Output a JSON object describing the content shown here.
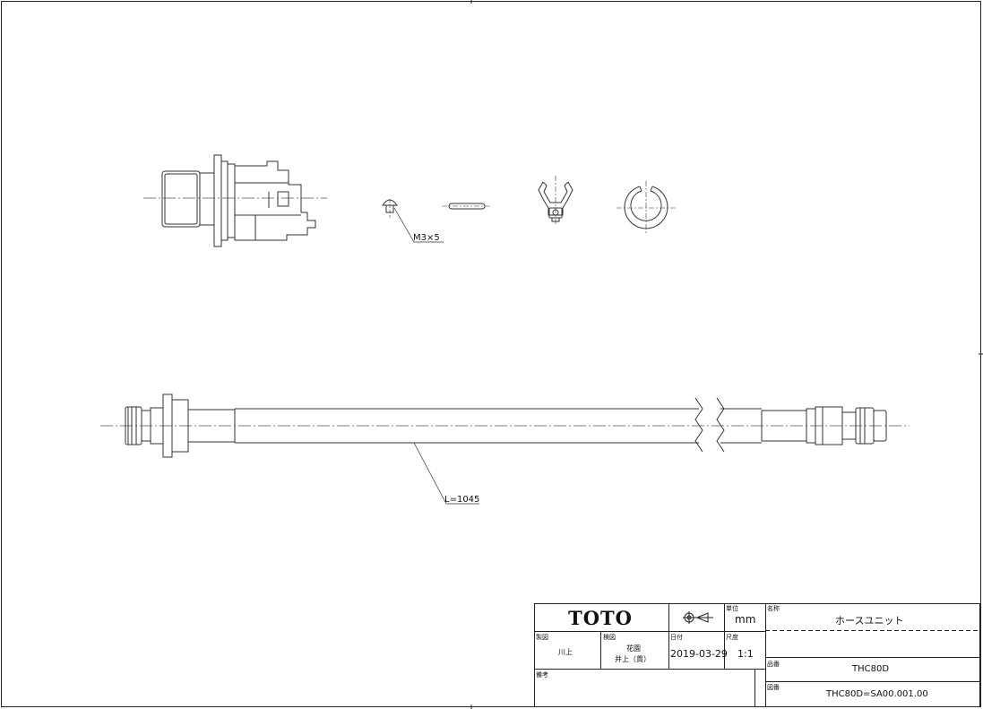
{
  "drawing": {
    "parts": {
      "screw_label": "M3×5",
      "hose_length_label": "L=1045"
    }
  },
  "title_block": {
    "logo": "TOTO",
    "unit_label": "単位",
    "unit_value": "mm",
    "name_label": "名称",
    "name_value": "ホースユニット",
    "drawn_label": "製図",
    "drawn_value": "川上",
    "checked_label": "検図",
    "checked_value_1": "花園",
    "checked_value_2": "井上（貴）",
    "date_label": "日付",
    "date_value": "2019-03-29",
    "scale_label": "尺度",
    "scale_value": "1:1",
    "product_no_label": "品番",
    "product_no_value": "THC80D",
    "remarks_label": "備考",
    "drawing_no_label": "図番",
    "drawing_no_value": "THC80D=SA00.001.00"
  }
}
